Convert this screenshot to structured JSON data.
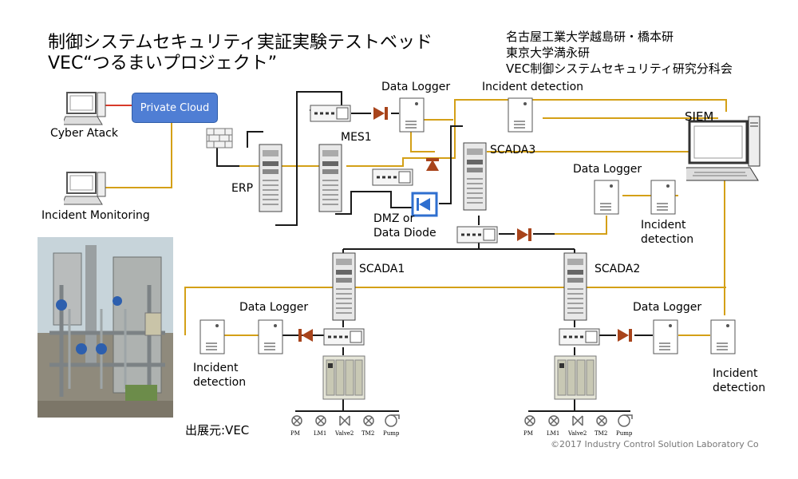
{
  "title": {
    "line1": "制御システムセキュリティ実証実験テストベッド",
    "line2": "VEC“つるまいプロジェクト”"
  },
  "organizations": [
    "名古屋工業大学越島研・橋本研",
    "東京大学満永研",
    "VEC制御システムセキュリティ研究分科会"
  ],
  "labels": {
    "cyber_attack": "Cyber Atack",
    "incident_monitoring": "Incident Monitoring",
    "private_cloud": "Private Cloud",
    "erp": "ERP",
    "mes1": "MES1",
    "scada3": "SCADA3",
    "scada1": "SCADA1",
    "scada2": "SCADA2",
    "siem": "SIEM",
    "data_logger": "Data Logger",
    "incident_detection": "Incident detection",
    "incident_detection_split": [
      "Incident",
      "detection"
    ],
    "dmz_or_data_diode": [
      "DMZ or",
      "Data Diode"
    ],
    "exhibitor": "出展元:VEC",
    "field_devices": [
      "PM",
      "LM1",
      "Valve2",
      "TM2",
      "Pump"
    ]
  },
  "copyright": "©2017 Industry Control Solution Laboratory Co",
  "colors": {
    "wire_network": "#d4a017",
    "wire_black": "#1a1a1a",
    "wire_red": "#d83a2a",
    "diode_red": "#a8441b",
    "cloud": "#4f7ed4",
    "dmz_blue": "#2f6fcf"
  }
}
